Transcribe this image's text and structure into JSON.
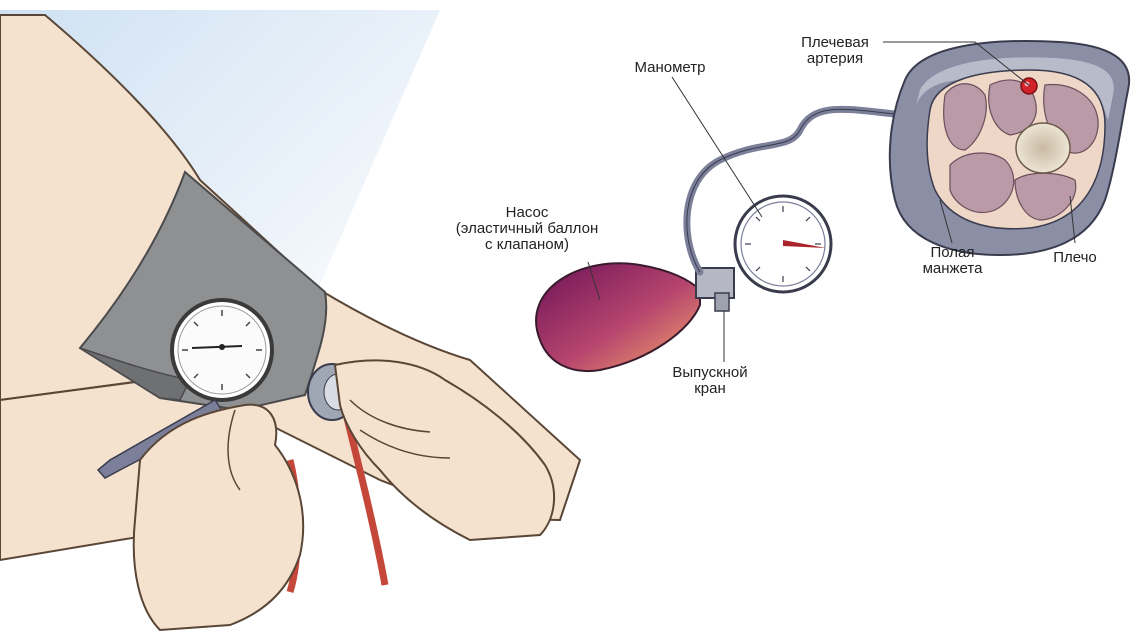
{
  "labels": {
    "pump": [
      "Насос",
      "(эластичный баллон",
      "с клапаном)"
    ],
    "manometer": [
      "Манометр"
    ],
    "valve": [
      "Выпускной",
      "кран"
    ],
    "artery": [
      "Плечевая",
      "артерия"
    ],
    "cuff": [
      "Полая",
      "манжета"
    ],
    "arm": [
      "Плечо"
    ]
  },
  "colors": {
    "skin": "#f4e2cf",
    "skin_outline": "#5a4636",
    "cuff_gray": "#8f9091",
    "bulb_dark": "#7a1a5a",
    "bulb_light": "#f7a06a",
    "tube_gray": "#7b7f9a",
    "stethoscope_red": "#c4473a",
    "muscle": "#b99aa6",
    "artery_red": "#d2232a"
  }
}
